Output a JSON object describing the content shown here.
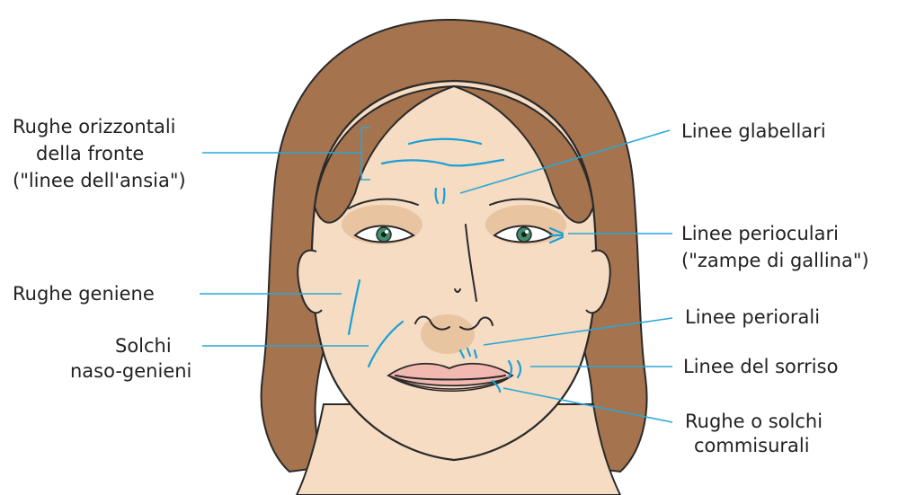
{
  "labels": {
    "forehead_lines": [
      "Rughe orizzontali",
      "della fronte",
      "(\"linee dell'ansia\")"
    ],
    "glabellar_lines": [
      "Linee glabellari"
    ],
    "periocular_lines": [
      "Linee perioculari",
      "(\"zampe di gallina\")"
    ],
    "cheek_wrinkles": [
      "Rughe geniene"
    ],
    "nasolabial_folds": [
      "Solchi",
      "naso-genieni"
    ],
    "perioral_lines": [
      "Linee periorali"
    ],
    "smile_lines": [
      "Linee del sorriso"
    ],
    "commissural_folds": [
      "Rughe o solchi",
      "commisurali"
    ]
  },
  "colors": {
    "hair": "#a5734e",
    "skin": "#f5dcc3",
    "skin_shadow": "#e9c4a1",
    "lips": "#f2b9b0",
    "wrinkle_lines": "#1aa0d6",
    "leader_lines": "#29a7d8",
    "iris": "#3f8f6c",
    "text": "#222222"
  }
}
